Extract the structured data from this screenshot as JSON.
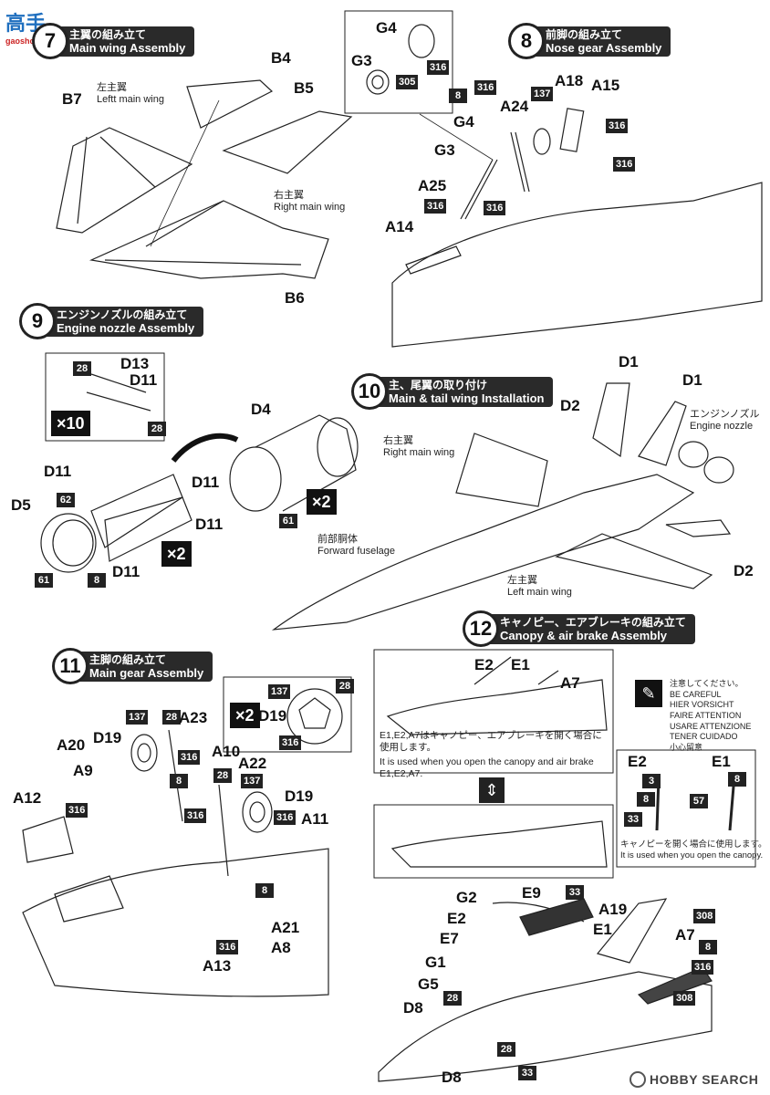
{
  "site": {
    "logo_text": "高手",
    "logo_sub": "gaoshou.com",
    "watermark": "HOBBY SEARCH"
  },
  "steps": {
    "s7": {
      "num": "7",
      "jp": "主翼の組み立て",
      "en": "Main wing Assembly"
    },
    "s8": {
      "num": "8",
      "jp": "前脚の組み立て",
      "en": "Nose gear Assembly"
    },
    "s9": {
      "num": "9",
      "jp": "エンジンノズルの組み立て",
      "en": "Engine nozzle Assembly"
    },
    "s10": {
      "num": "10",
      "jp": "主、尾翼の取り付け",
      "en": "Main & tail wing Installation"
    },
    "s11": {
      "num": "11",
      "jp": "主脚の組み立て",
      "en": "Main gear Assembly"
    },
    "s12": {
      "num": "12",
      "jp": "キャノピー、エアブレーキの組み立て",
      "en": "Canopy & air brake Assembly"
    }
  },
  "captions": {
    "left_wing_jp": "左主翼",
    "left_wing_en": "Leftt main wing",
    "right_wing_jp": "右主翼",
    "right_wing_en": "Right main wing",
    "s10_right_jp": "右主翼",
    "s10_right_en": "Right main wing",
    "s10_left_jp": "左主翼",
    "s10_left_en": "Left  main wing",
    "fuselage_jp": "前部胴体",
    "fuselage_en": "Forward fuselage",
    "nozzle_jp": "エンジンノズル",
    "nozzle_en": "Engine nozzle"
  },
  "parts": {
    "B4": "B4",
    "B5": "B5",
    "B6": "B6",
    "B7": "B7",
    "G4": "G4",
    "G3": "G3",
    "A24": "A24",
    "A18": "A18",
    "A15": "A15",
    "A25": "A25",
    "A14": "A14",
    "num8": "8",
    "D13": "D13",
    "D11": "D11",
    "D5": "D5",
    "D4": "D4",
    "D1": "D1",
    "D2": "D2",
    "D19": "D19",
    "A23": "A23",
    "A20": "A20",
    "A9": "A9",
    "A10": "A10",
    "A22": "A22",
    "A12": "A12",
    "A11": "A11",
    "A21": "A21",
    "A8": "A8",
    "A13": "A13",
    "E1": "E1",
    "E2": "E2",
    "A7": "A7",
    "E9": "E9",
    "G2": "G2",
    "E7": "E7",
    "G1": "G1",
    "G5": "G5",
    "D8": "D8",
    "A19": "A19",
    "n3": "3"
  },
  "paints": {
    "p316": "316",
    "p305": "305",
    "p137": "137",
    "p28": "28",
    "p62": "62",
    "p61": "61",
    "p8": "8",
    "p33": "33",
    "p308": "308",
    "p57": "57",
    "p3": "3"
  },
  "multipliers": {
    "x10": "×10",
    "x2": "×2"
  },
  "canopy_note": {
    "jp": "E1,E2,A7はキャノピー、エアブレーキを開く場合に使用します。",
    "en": "It is used when you open the canopy and air brake E1,E2,A7."
  },
  "caution": {
    "jp": "注意してください。",
    "lines": [
      "BE CAREFUL",
      "HIER VORSICHT",
      "FAIRE ATTENTION",
      "USARE ATTENZIONE",
      "TENER CUIDADO"
    ],
    "cn": "小心留意"
  },
  "canopy_open": {
    "jp": "キャノピーを開く場合に使用します。",
    "en": "It is used when you open the canopy."
  }
}
